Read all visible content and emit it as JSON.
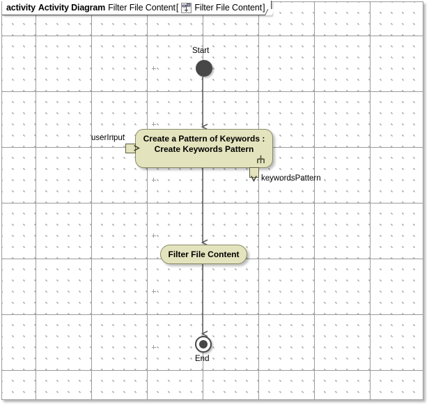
{
  "header": {
    "keyword": "activity",
    "diagram_type": "Activity Diagram",
    "diagram_name": "Filter File Content",
    "bracket_open": "[",
    "bracket_close": "]",
    "context_name": "Filter File Content",
    "icon": "activity-diagram-icon"
  },
  "diagram": {
    "title": "Filter File Content",
    "type": "uml-activity-diagram",
    "colors": {
      "node_fill": "#e3e3bd",
      "node_stroke": "#8a8a6a",
      "edge_stroke": "#5a5a5a",
      "terminal_fill": "#474747",
      "canvas_bg": "#ffffff",
      "grid_dot": "#9e9e9e"
    },
    "nodes": [
      {
        "id": "start",
        "kind": "initial-node",
        "label": "Start",
        "label_position": "above"
      },
      {
        "id": "create-pattern",
        "kind": "call-behavior-action",
        "label_line1": "Create a Pattern of Keywords :",
        "label_line2": "Create Keywords Pattern",
        "label": "Create a Pattern of Keywords :\nCreate Keywords Pattern",
        "has_rake": true,
        "rake_icon": "rake-icon"
      },
      {
        "id": "filter-file-content",
        "kind": "action",
        "label": "Filter File Content"
      },
      {
        "id": "end",
        "kind": "final-node",
        "label": "End",
        "label_position": "below"
      }
    ],
    "pins": [
      {
        "id": "user-input",
        "label": "userInput",
        "kind": "input-pin",
        "side": "left",
        "owner": "create-pattern"
      },
      {
        "id": "keywords-pattern",
        "label": "keywordsPattern",
        "kind": "output-pin",
        "side": "bottom",
        "owner": "create-pattern"
      }
    ],
    "edges": [
      {
        "id": "edge-start-create",
        "from": "start",
        "to": "create-pattern"
      },
      {
        "id": "edge-create-filter",
        "from": "create-pattern",
        "to": "filter-file-content"
      },
      {
        "id": "edge-filter-end",
        "from": "filter-file-content",
        "to": "end"
      }
    ]
  }
}
